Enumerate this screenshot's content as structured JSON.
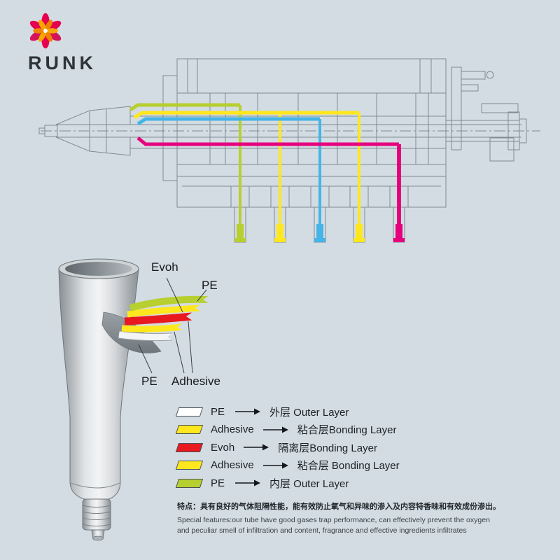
{
  "colors": {
    "background": "#d3dce2",
    "outline": "#7f8a92",
    "channel_green": "#b7cf2f",
    "channel_yellow": "#ffe71e",
    "channel_cyan": "#45b4e6",
    "channel_magenta": "#e6007e",
    "layer_red": "#e8191f",
    "logo_magenta": "#e5004f",
    "logo_orange": "#f08300"
  },
  "logo": {
    "brand": "RUNK"
  },
  "tube_callouts": {
    "evoh": "Evoh",
    "pe_top": "PE",
    "pe_bottom": "PE",
    "adhesive": "Adhesive"
  },
  "legend": {
    "rows": [
      {
        "material": "PE",
        "swatch": "#ffffff",
        "desc": "外层 Outer Layer"
      },
      {
        "material": "Adhesive",
        "swatch": "#ffe71e",
        "desc": "粘合层Bonding Layer"
      },
      {
        "material": "Evoh",
        "swatch": "#e8191f",
        "desc": "隔离层Bonding Layer"
      },
      {
        "material": "Adhesive",
        "swatch": "#ffe71e",
        "desc": "粘合层 Bonding Layer"
      },
      {
        "material": "PE",
        "swatch": "#b7cf2f",
        "desc": "内层 Outer Layer"
      }
    ]
  },
  "footer": {
    "features_cn": "特点：具有良好的气体阻隔性能，能有效防止氧气和异味的渗入及内容特香味和有效成份渗出。",
    "features_en_line1": "Special features:our tube have good gases trap performance, can effectively prevent the oxygen",
    "features_en_line2": "and peculiar smell of infiltration and content, fragrance and effective ingredients infiltrates"
  }
}
